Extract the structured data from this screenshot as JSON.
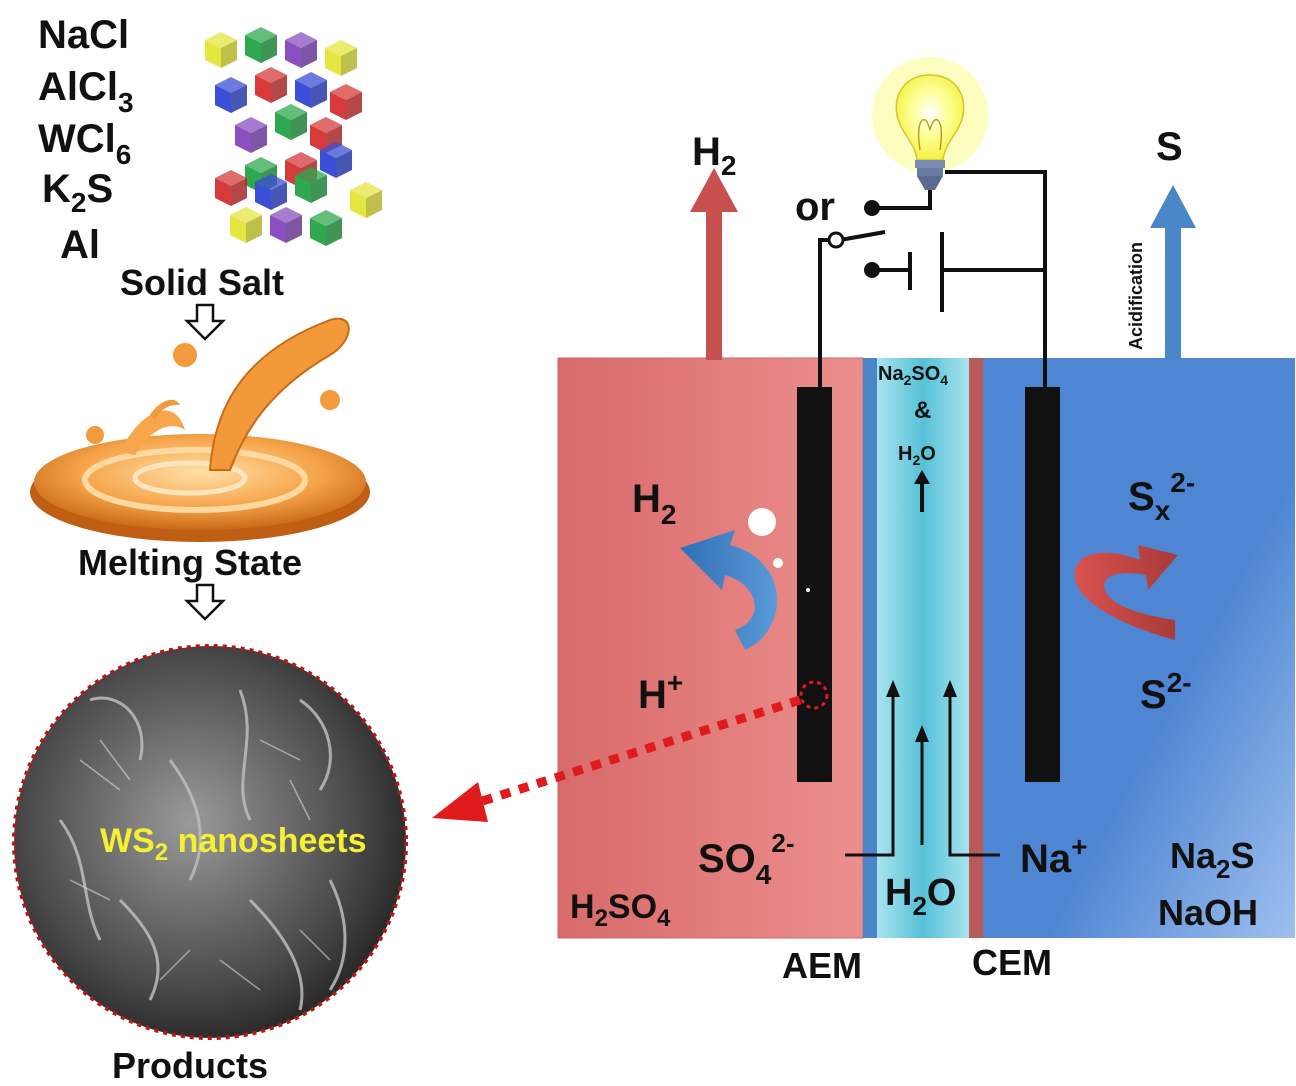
{
  "left_panel": {
    "salts": [
      "NaCl",
      "AlCl",
      "WCl",
      "K",
      "Al"
    ],
    "salt_subscripts": [
      "3",
      "6",
      "2"
    ],
    "salt_k2s_tail": "S",
    "solid_salt_label": "Solid Salt",
    "melting_state_label": "Melting State",
    "products_label": "Products",
    "nanosheets_label": "nanosheets",
    "nanosheets_ws": "WS",
    "nanosheets_sub": "2"
  },
  "cell": {
    "h2_top": "H",
    "h2_top_sub": "2",
    "s_top": "S",
    "or_label": "or",
    "acidification_label": "Acidification",
    "middle_na2so4": "Na",
    "middle_na2so4_sub1": "2",
    "middle_na2so4_mid": "SO",
    "middle_na2so4_sub2": "4",
    "middle_amp": "&",
    "middle_h2o": "H",
    "middle_h2o_sub": "2",
    "middle_h2o_tail": "O",
    "h2_left": "H",
    "h2_left_sub": "2",
    "hplus": "H",
    "hplus_sup": "+",
    "sx": "S",
    "sx_sub": "x",
    "sx_sup": "2-",
    "s2": "S",
    "s2_sup": "2-",
    "so4": "SO",
    "so4_sub": "4",
    "so4_sup": "2-",
    "h2o_bottom": "H",
    "h2o_bottom_sub": "2",
    "h2o_bottom_tail": "O",
    "naplus": "Na",
    "naplus_sup": "+",
    "h2so4": "H",
    "h2so4_sub1": "2",
    "h2so4_mid": "SO",
    "h2so4_sub2": "4",
    "na2s": "Na",
    "na2s_sub": "2",
    "na2s_tail": "S",
    "naoh": "NaOH",
    "aem_label": "AEM",
    "cem_label": "CEM"
  },
  "colors": {
    "acid_chamber": "#e07a78",
    "middle_chamber": "#7fd0e0",
    "base_chamber": "#5b8fd6",
    "electrode": "#111111",
    "red_arrow": "#c8504e",
    "blue_arrow": "#4a86c8",
    "nanosheet_text": "#f5f032",
    "dotted_red": "#e01b1b"
  }
}
